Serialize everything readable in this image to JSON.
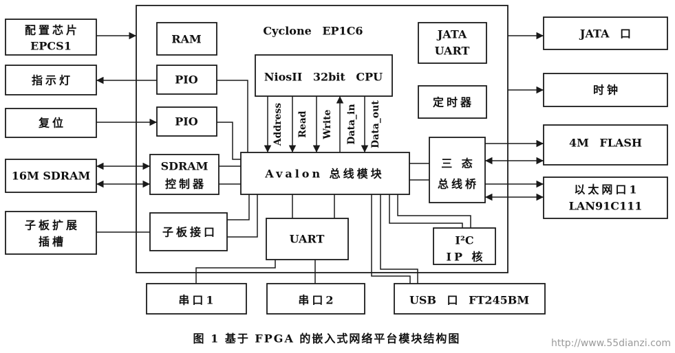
{
  "diagram": {
    "chip_title": "Cyclone EP1C6",
    "ram": "RAM",
    "jtag_uart": [
      "JATA",
      "UART"
    ],
    "cpu": "NiosII 32bit CPU",
    "pio_led": "PIO",
    "pio_reset": "PIO",
    "timer": "定时器",
    "sdram_controller": [
      "SDRAM",
      "控制器"
    ],
    "avalon_bus": "Avalon 总线模块",
    "tristate_bridge": [
      "三 态",
      "总线桥"
    ],
    "daughter_interface": "子板接口",
    "uart": "UART",
    "i2c": [
      "I²C",
      "IP 核"
    ],
    "cpu_signals": [
      "Address",
      "Read",
      "Write",
      "Data_in",
      "Data_out"
    ],
    "config_chip": [
      "配置芯片",
      "EPCS1"
    ],
    "indicator_led": "指示灯",
    "reset": "复位",
    "sdram": "16M SDRAM",
    "expansion_slot": [
      "子板扩展",
      "插槽"
    ],
    "jtag_port": "JATA 口",
    "clock": "时钟",
    "flash": "4M FLASH",
    "ethernet": [
      "以太网口1",
      "LAN91C111"
    ],
    "serial1": "串口1",
    "serial2": "串口2",
    "usb": "USB 口 FT245BM"
  },
  "caption": "图 1 基于 FPGA 的嵌入式网络平台模块结构图",
  "watermark": "http://www.55dianzi.com",
  "colors": {
    "line": "#1a1a1a",
    "background": "#ffffff",
    "watermark": "#9a9a9a"
  }
}
